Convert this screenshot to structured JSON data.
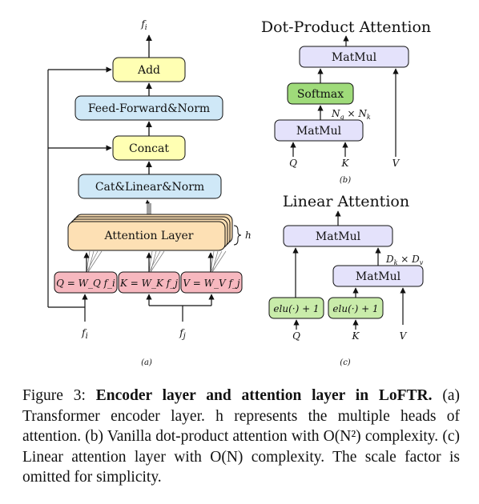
{
  "panel_a": {
    "output_label": "f_i",
    "add": "Add",
    "feed_forward": "Feed-Forward&Norm",
    "concat": "Concat",
    "cat_linear": "Cat&Linear&Norm",
    "attention_layer": "Attention Layer",
    "heads_label": "h",
    "q_box": "Q = W_Q f_i",
    "k_box": "K = W_K f_j",
    "v_box": "V = W_V f_j",
    "input_fi": "f_i",
    "input_fj": "f_j",
    "sublabel": "(a)"
  },
  "panel_b": {
    "title": "Dot-Product Attention",
    "matmul_top": "MatMul",
    "softmax": "Softmax",
    "dims": "N_q × N_k",
    "matmul_bottom": "MatMul",
    "q": "Q",
    "k": "K",
    "v": "V",
    "sublabel": "(b)"
  },
  "panel_c": {
    "title": "Linear Attention",
    "matmul_top": "MatMul",
    "dims": "D_k × D_v",
    "matmul_bottom": "MatMul",
    "elu_q": "elu(·) + 1",
    "elu_k": "elu(·) + 1",
    "q": "Q",
    "k": "K",
    "v": "V",
    "sublabel": "(c)"
  },
  "caption": {
    "prefix": "Figure 3: ",
    "bold": "Encoder layer and attention layer in LoFTR.",
    "text": "(a) Transformer encoder layer. h represents the multiple heads of attention. (b) Vanilla dot-product attention with O(N²) complexity. (c) Linear attention layer with O(N) complexity. The scale factor is omitted for simplicity."
  },
  "colors": {
    "yellow": "#ffffb3",
    "blue": "#cfe8f7",
    "orange": "#fde0b4",
    "pink": "#f7b8bf",
    "lavender": "#e4e2fb",
    "green": "#9fdb7a",
    "light_green": "#c9ecaa"
  }
}
